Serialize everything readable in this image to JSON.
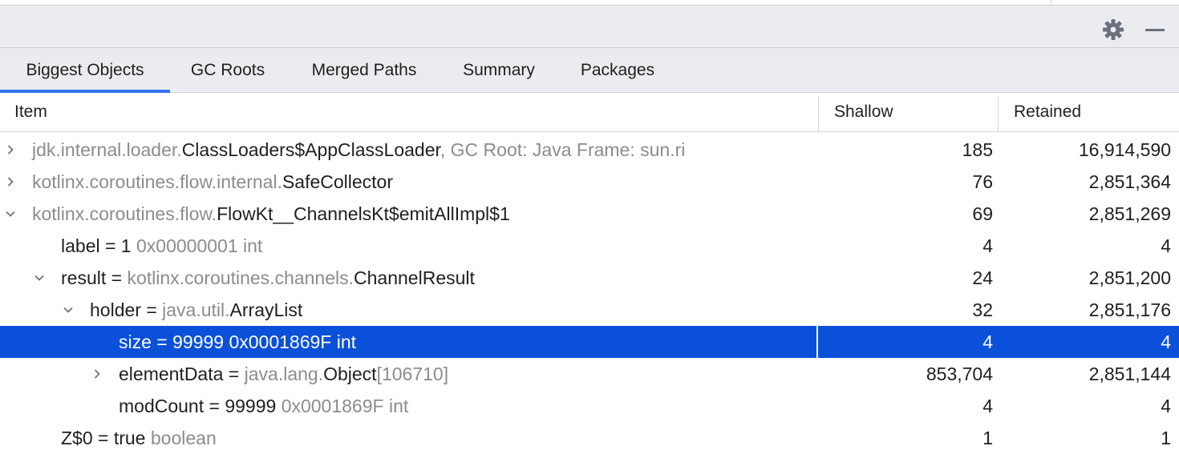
{
  "toolbar": {
    "settings_icon": "gear-icon",
    "minimize_icon": "minimize-icon"
  },
  "tabs": [
    {
      "label": "Biggest Objects",
      "active": true
    },
    {
      "label": "GC Roots",
      "active": false
    },
    {
      "label": "Merged Paths",
      "active": false
    },
    {
      "label": "Summary",
      "active": false
    },
    {
      "label": "Packages",
      "active": false
    }
  ],
  "columns": {
    "item": "Item",
    "shallow": "Shallow",
    "retained": "Retained"
  },
  "rows": [
    {
      "chevron": "right",
      "prefix": "",
      "pkg": "jdk.internal.loader.",
      "name": "ClassLoaders$AppClassLoader",
      "suffix_gray": ", GC Root: Java Frame: sun.ri",
      "shallow": "185",
      "retained": "16,914,590"
    },
    {
      "chevron": "right",
      "prefix": "",
      "pkg": "kotlinx.coroutines.flow.internal.",
      "name": "SafeCollector",
      "suffix_gray": "",
      "shallow": "76",
      "retained": "2,851,364"
    },
    {
      "chevron": "down",
      "prefix": "",
      "pkg": "kotlinx.coroutines.flow.",
      "name": "FlowKt__ChannelsKt$emitAllImpl$1",
      "suffix_gray": "",
      "shallow": "69",
      "retained": "2,851,269"
    },
    {
      "chevron": "none",
      "prefix": "label = 1 ",
      "pkg": "",
      "name": "",
      "suffix_gray": "0x00000001  int",
      "shallow": "4",
      "retained": "4"
    },
    {
      "chevron": "down",
      "prefix": "result = ",
      "pkg": "kotlinx.coroutines.channels.",
      "name": "ChannelResult",
      "suffix_gray": "",
      "shallow": "24",
      "retained": "2,851,200"
    },
    {
      "chevron": "down",
      "prefix": "holder = ",
      "pkg": "java.util.",
      "name": "ArrayList",
      "suffix_gray": "",
      "shallow": "32",
      "retained": "2,851,176"
    },
    {
      "chevron": "none",
      "prefix": "size = 99999 ",
      "pkg": "",
      "name": "",
      "suffix_gray": "0x0001869F  int",
      "shallow": "4",
      "retained": "4",
      "selected": true
    },
    {
      "chevron": "right",
      "prefix": "elementData = ",
      "pkg": "java.lang.",
      "name": "Object",
      "suffix_gray": "[106710]",
      "shallow": "853,704",
      "retained": "2,851,144"
    },
    {
      "chevron": "none",
      "prefix": "modCount = 99999 ",
      "pkg": "",
      "name": "",
      "suffix_gray": "0x0001869F  int",
      "shallow": "4",
      "retained": "4"
    },
    {
      "chevron": "none",
      "prefix": "Z$0 = true ",
      "pkg": "",
      "name": "",
      "suffix_gray": "boolean",
      "shallow": "1",
      "retained": "1"
    }
  ]
}
